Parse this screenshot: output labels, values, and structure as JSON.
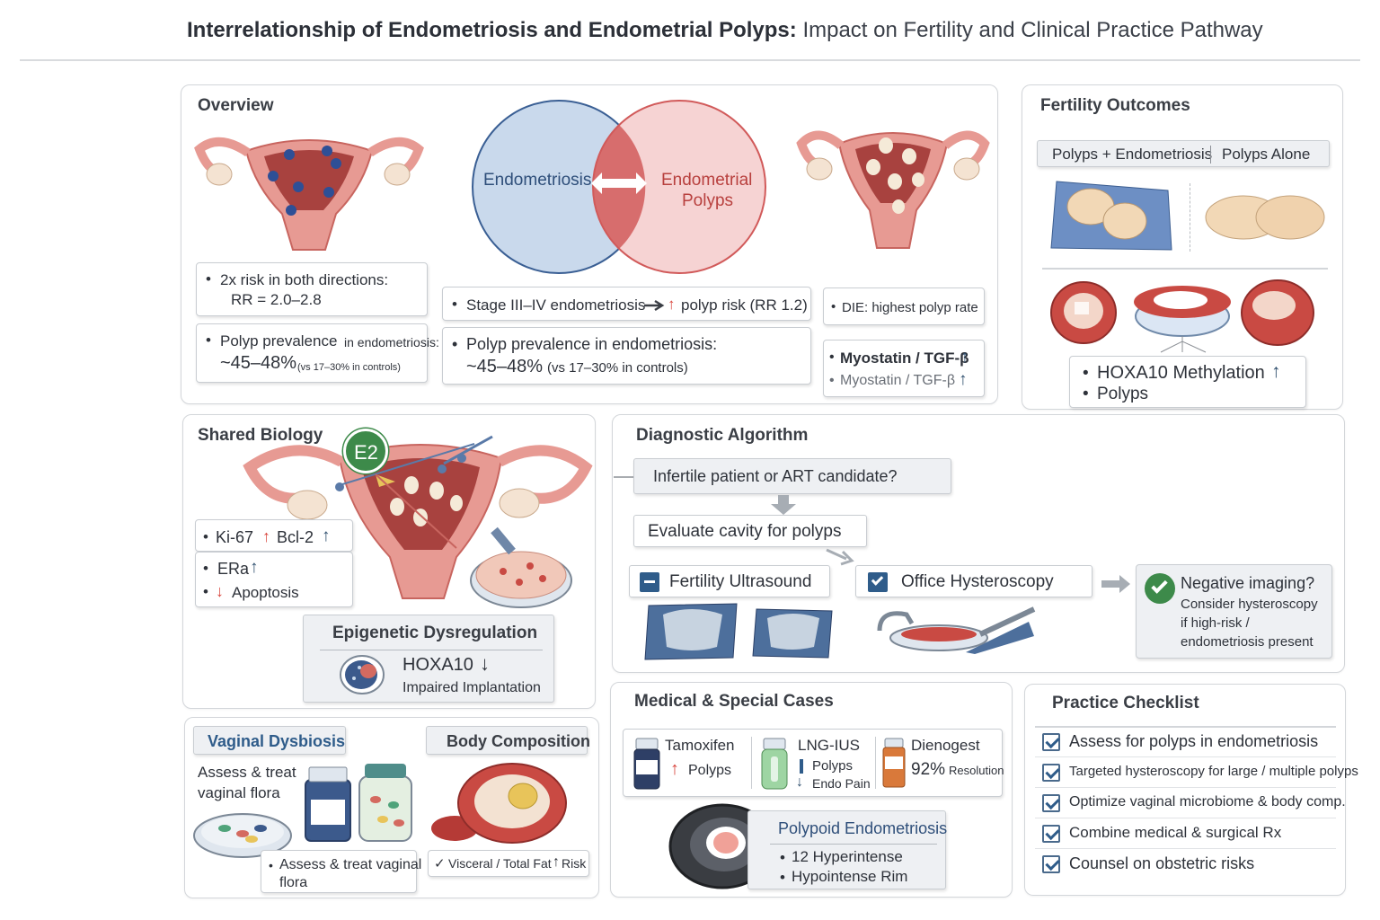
{
  "title": {
    "bold": "Interrelationship of Endometriosis and Endometrial Polyps:",
    "sub": "Impact on Fertility and Clinical Practice Pathway"
  },
  "overview": {
    "heading": "Overview",
    "venn_left": "Endometriosis",
    "venn_right_1": "Endometrial",
    "venn_right_2": "Polyps",
    "risk_1": "2x risk in both directions:",
    "risk_2": "RR = 2.0–2.8",
    "prev_left_a": "Polyp prevalence",
    "prev_left_b": "in endometriosis:",
    "prev_left_value": "~45–48%",
    "prev_left_note": "(vs 17–30% in controls)",
    "stage_text_a": "Stage III–IV endometriosis",
    "stage_text_b": "polyp risk (RR 1.2)",
    "prev_mid_a": "Polyp prevalence in endometriosis:",
    "prev_mid_value": "~45–48%",
    "prev_mid_note": "(vs 17–30% in controls)",
    "die": "DIE: highest polyp rate",
    "myo_1": "Myostatin / TGF-β",
    "myo_2": "Myostatin / TGF-β",
    "arrow_up": "↑",
    "arrow_down": "↓",
    "bullet": "•"
  },
  "fertility": {
    "heading": "Fertility Outcomes",
    "tab_left": "Polyps + Endometriosis",
    "tab_right": "Polyps Alone",
    "hoxa": "HOXA10 Methylation",
    "polyps": "Polyps"
  },
  "shared": {
    "heading": "Shared Biology",
    "e2": "E2",
    "ki67": "Ki-67",
    "bcl2": "Bcl-2",
    "era": "ERa",
    "apoptosis": "Apoptosis",
    "epi_title": "Epigenetic Dysregulation",
    "hoxa10": "HOXA10",
    "impaired": "Impaired Implantation"
  },
  "dysbiosis": {
    "vag_title": "Vaginal Dysbiosis",
    "body_title": "Body Composition",
    "assess_1": "Assess & treat",
    "assess_2": "vaginal flora",
    "assess_box_1": "Assess & treat vaginal",
    "assess_box_2": "flora",
    "fat": "Visceral / Total Fat",
    "risk": "Risk",
    "check": "✓"
  },
  "diagnostic": {
    "heading": "Diagnostic Algorithm",
    "q1": "Infertile patient or ART candidate?",
    "q2": "Evaluate cavity for polyps",
    "us": "Fertility Ultrasound",
    "hyst": "Office Hysteroscopy",
    "neg_title": "Negative imaging?",
    "neg_1": "Consider hysteroscopy",
    "neg_2": "if high-risk /",
    "neg_3": "endometriosis present"
  },
  "medical": {
    "heading": "Medical & Special Cases",
    "tam": "Tamoxifen",
    "tam_sub": "Polyps",
    "lng": "LNG-IUS",
    "lng_sub1": "Polyps",
    "lng_sub2": "Endo Pain",
    "dien": "Dienogest",
    "dien_pct": "92%",
    "dien_sub": "Resolution",
    "poly_title": "Polypoid Endometriosis",
    "poly_1": "12 Hyperintense",
    "poly_2": "Hypointense Rim"
  },
  "checklist": {
    "heading": "Practice Checklist",
    "items": [
      "Assess for polyps in endometriosis",
      "Targeted hysteroscopy for large / multiple polyps",
      "Optimize vaginal microbiome & body comp.",
      "Combine medical & surgical Rx",
      "Counsel on obstetric risks"
    ]
  },
  "colors": {
    "venn_blue": "#c9d9ec",
    "venn_red": "#f6d3d3",
    "overlap": "#d15a5a",
    "accent_blue": "#2f5c8a",
    "up_red": "#d9473e",
    "green": "#3d8a4a"
  }
}
